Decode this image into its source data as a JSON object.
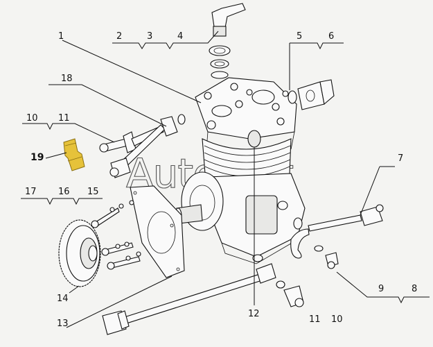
{
  "watermark": "AutoSoft",
  "callouts": {
    "n1": "1",
    "n2": "2",
    "n3": "3",
    "n4": "4",
    "n5": "5",
    "n6": "6",
    "n7": "7",
    "n8": "8",
    "n9": "9",
    "n10": "10",
    "n11": "11",
    "n12": "12",
    "n13": "13",
    "n14": "14",
    "n15": "15",
    "n16": "16",
    "n17": "17",
    "n18": "18",
    "n19": "19",
    "n10b": "10",
    "n11b": "11"
  },
  "colors": {
    "highlight_part": "#e6c23a",
    "line": "#111111",
    "background": "#f4f4f2"
  }
}
